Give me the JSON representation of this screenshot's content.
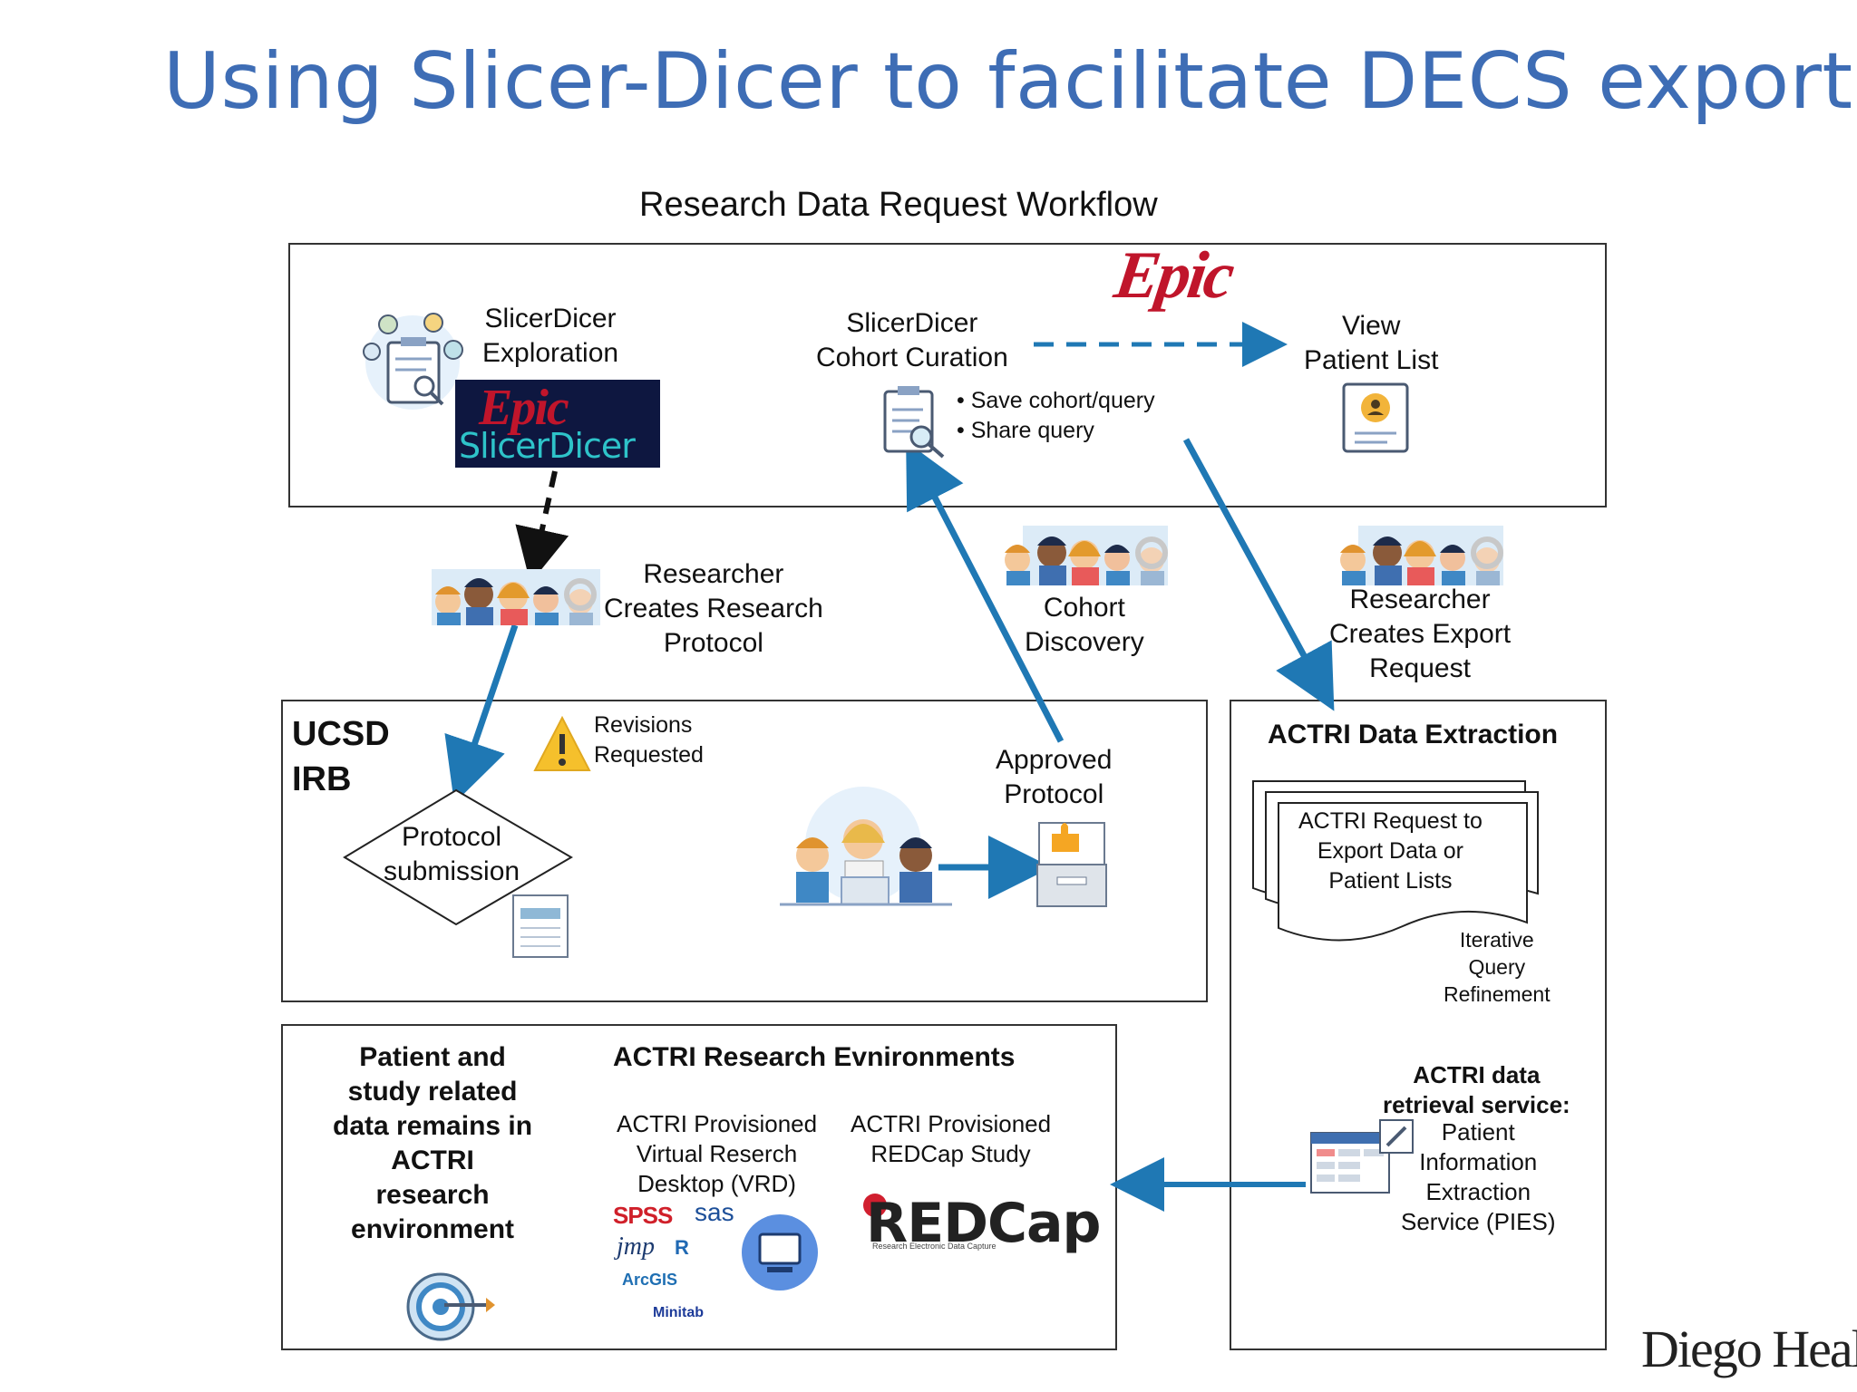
{
  "slide_title": "Using Slicer-Dicer to facilitate DECS exports",
  "workflow_title": "Research Data Request Workflow",
  "epic_box": {
    "logo": "Epic",
    "exploration_label": "SlicerDicer\nExploration",
    "badge_epic": "Epic",
    "badge_slicerdicer": "SlicerDicer",
    "curation_label": "SlicerDicer\nCohort Curation",
    "curation_bullets": "• Save cohort/query\n• Share query",
    "view_patient_list": "View\nPatient List"
  },
  "middle": {
    "researcher_creates_protocol": "Researcher\nCreates Research\nProtocol",
    "cohort_discovery": "Cohort\nDiscovery",
    "researcher_creates_export": "Researcher\nCreates Export\nRequest"
  },
  "irb_box": {
    "title": "UCSD\nIRB",
    "revisions": "Revisions\nRequested",
    "protocol_submission": "Protocol\nsubmission",
    "approved_protocol": "Approved\nProtocol"
  },
  "extraction_box": {
    "title": "ACTRI Data Extraction",
    "request_doc": "ACTRI Request to\nExport Data or\nPatient Lists",
    "iterative": "Iterative\nQuery\nRefinement",
    "service_bold": "ACTRI data\nretrieval service:",
    "service_rest": "Patient\nInformation\nExtraction\nService (PIES)"
  },
  "environments_box": {
    "left_text": "Patient and\nstudy related\ndata remains in\nACTRI\nresearch\nenvironment",
    "title": "ACTRI Research Evnironments",
    "vrd_label": "ACTRI Provisioned\nVirtual Reserch\nDesktop (VRD)",
    "redcap_label": "ACTRI Provisioned\nREDCap Study",
    "redcap_logo": "REDCap",
    "redcap_tagline": "Research Electronic Data Capture",
    "software": {
      "spss": "SPSS",
      "sas": "sas",
      "jmp": "jmp",
      "r": "R",
      "arcgis": "ArcGIS",
      "minitab": "Minitab"
    }
  },
  "footer_text": "Diego Health",
  "colors": {
    "title_blue": "#3e6db5",
    "arrow_blue": "#1f78b4",
    "epic_red": "#c0152b",
    "warning_yellow": "#f5c02c"
  },
  "icons": [
    "clipboard-analytics-icon",
    "clipboard-search-icon",
    "patient-list-icon",
    "people-group-icon",
    "warning-icon",
    "document-icon",
    "team-laptop-icon",
    "inbox-thumbs-up-icon",
    "target-icon",
    "monitor-icon",
    "spreadsheet-edit-icon"
  ]
}
